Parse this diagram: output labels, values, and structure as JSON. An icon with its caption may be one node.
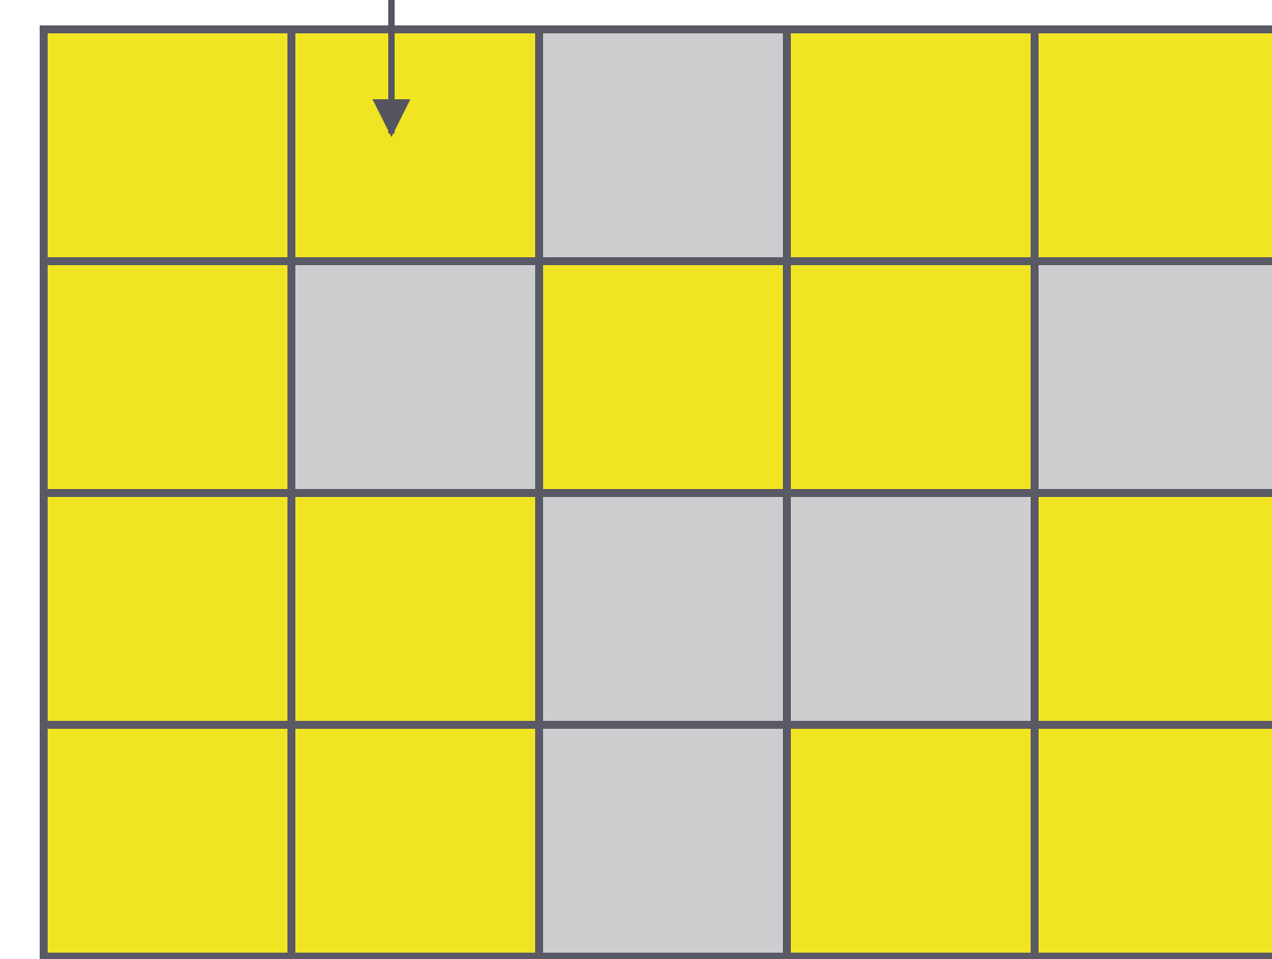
{
  "diagram": {
    "nodes": [
      {
        "text": [],
        "shape": "box"
      },
      {
        "text": [],
        "shape": "box"
      },
      {
        "text": [],
        "shape": "box"
      },
      {
        "text": [],
        "shape": "box"
      },
      {
        "text": [],
        "shape": "box"
      },
      {
        "text": [],
        "shape": "box"
      },
      {
        "text": [],
        "shape": "box"
      },
      {
        "text": [],
        "shape": "box"
      },
      {
        "text": [],
        "shape": "box"
      },
      {
        "text": [],
        "shape": "box"
      },
      {
        "text": [],
        "shape": "box"
      },
      {
        "text": [],
        "shape": "box"
      },
      {
        "text": [],
        "shape": "box"
      },
      {
        "text": [],
        "shape": "box"
      },
      {
        "text": [],
        "shape": "box"
      },
      {
        "text": [],
        "shape": "box"
      },
      {
        "text": [],
        "shape": "box"
      },
      {
        "text": [],
        "shape": "box"
      },
      {
        "text": [],
        "shape": "box"
      },
      {
        "text": [],
        "shape": "box"
      }
    ],
    "edges": [
      {
        "from": null,
        "to": 1,
        "arrow": "to"
      }
    ]
  }
}
